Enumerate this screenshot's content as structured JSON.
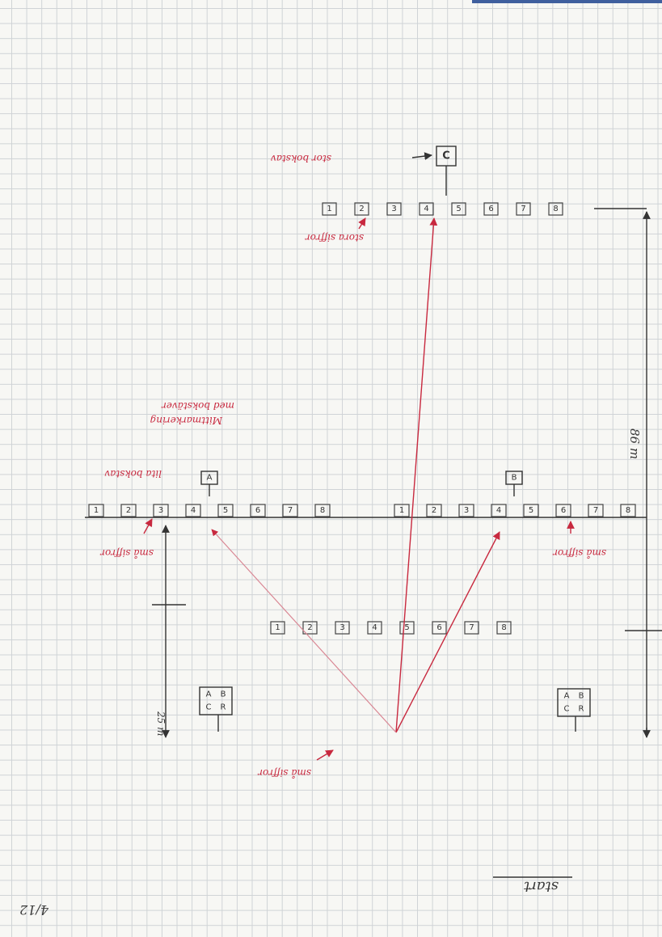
{
  "cubes": [
    "1",
    "2",
    "3",
    "4",
    "5",
    "6",
    "7",
    "8"
  ],
  "hoops": {
    "a": "A",
    "b": "B",
    "c": "C",
    "abcr": [
      "A",
      "B",
      "C",
      "R"
    ]
  },
  "labels": {
    "stor_bokstav": "stor bokstav",
    "stora_siffror": "stora siffror",
    "mittmarkering": "Mittmarkering",
    "med_bokstaver": "med bokstäver",
    "liten_bokstav": "lita bokstav",
    "sma_siffror": "små siffror",
    "distance_far": "86 m",
    "distance_near": "25 m",
    "start": "start",
    "date": "4/12"
  },
  "colors": {
    "ink": "#333333",
    "red": "#c8293f",
    "grid": "#cfd3d6",
    "paper": "#f7f7f4"
  }
}
